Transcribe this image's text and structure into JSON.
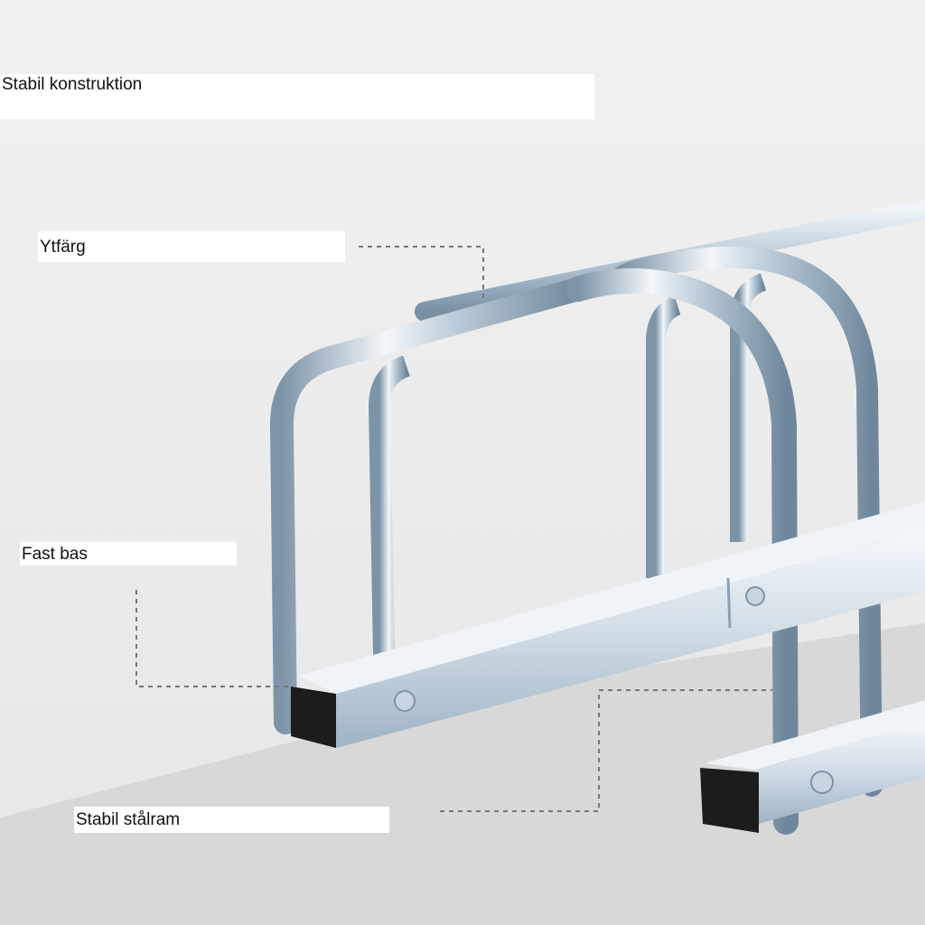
{
  "labels": {
    "construction": "Stabil konstruktion",
    "finish": "Ytfärg",
    "base": "Fast bas",
    "frame": "Stabil stålram"
  },
  "colors": {
    "background_top": "#efefef",
    "floor": "#d9d9d9",
    "steel_light": "#f3f7fa",
    "steel_mid": "#b9c9d6",
    "steel_dark": "#7d94a8",
    "cap": "#1c1c1c",
    "leader_line": "#777777"
  }
}
